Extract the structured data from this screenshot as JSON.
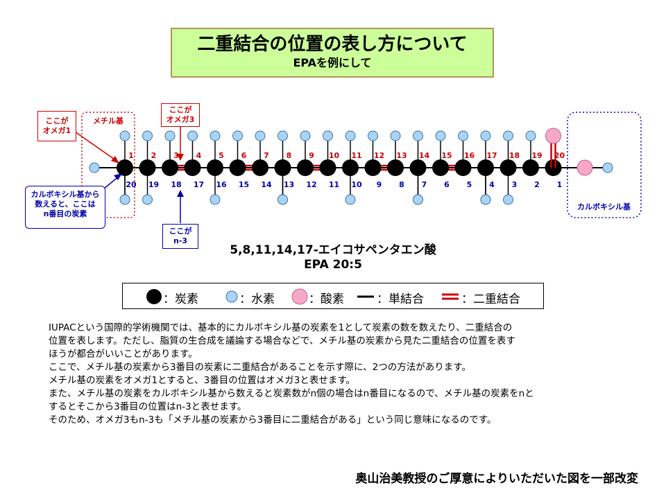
{
  "title": {
    "main": "二重結合の位置の表し方について",
    "sub": "EPAを例にして"
  },
  "callouts": {
    "omega1": "ここが\nオメガ1",
    "omega3": "ここが\nオメガ3",
    "n3": "ここが\nn-3",
    "carboxyl_count": "カルボキシル基から\n数えると、ここは\nn番目の炭素"
  },
  "groups": {
    "methyl": "メチル基",
    "carboxyl": "カルボキシル基"
  },
  "top_numbers": [
    "1",
    "2",
    "3",
    "4",
    "5",
    "6",
    "7",
    "8",
    "9",
    "10",
    "11",
    "12",
    "13",
    "14",
    "15",
    "16",
    "17",
    "18",
    "19",
    "20"
  ],
  "bottom_numbers": [
    "20",
    "19",
    "18",
    "17",
    "16",
    "15",
    "14",
    "13",
    "12",
    "11",
    "10",
    "9",
    "8",
    "7",
    "6",
    "5",
    "4",
    "3",
    "2",
    "1"
  ],
  "double_bond_after_carbon": [
    3,
    6,
    9,
    12,
    15
  ],
  "compound": {
    "name": "5,8,11,14,17-エイコサペンタエン酸",
    "short": "EPA 20:5"
  },
  "legend": {
    "carbon": "：炭素",
    "hydrogen": "：水素",
    "oxygen": "：酸素",
    "single": "：単結合",
    "double": "：二重結合"
  },
  "body": [
    "IUPACという国際的学術機関では、基本的にカルボキシル基の炭素を1として炭素の数を数えたり、二重結合の",
    "位置を表します。ただし、脂質の生合成を議論する場合などで、メチル基の炭素から見た二重結合の位置を表す",
    "ほうが都合がいいことがあります。",
    "ここで、メチル基の炭素から3番目の炭素に二重結合があることを示す際に、2つの方法があります。",
    "メチル基の炭素をオメガ1とすると、3番目の位置はオメガ3と表せます。",
    "また、メチル基の炭素をカルボキシル基から数えると炭素数がn個の場合はn番目になるので、メチル基の炭素をnと",
    "するとそこから3番目の位置はn-3と表せます。",
    "そのため、オメガ3もn-3も「メチル基の炭素から3番目に二重結合がある」という同じ意味になるのです。"
  ],
  "credit": "奥山治美教授のご厚意によりいただいた図を一部改変",
  "colors": {
    "carbon": "#000000",
    "hydrogen": "#a9d4f5",
    "oxygen": "#f7a8c8",
    "double_bond": "#cc0000",
    "top_numbers": "#cc0000",
    "bottom_numbers": "#0000aa",
    "title_bg": "#ccff99"
  }
}
